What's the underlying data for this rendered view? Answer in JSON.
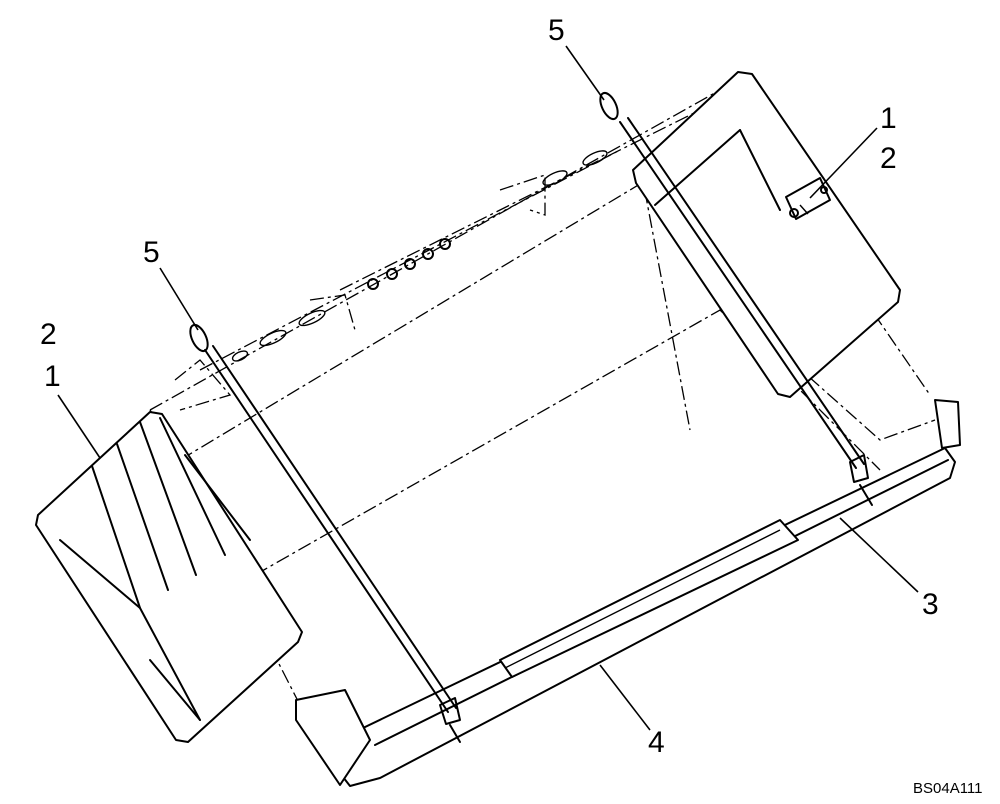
{
  "callouts": {
    "c1_left": "1",
    "c2_left": "2",
    "c1_right": "1",
    "c2_right": "2",
    "c3": "3",
    "c4": "4",
    "c5_left": "5",
    "c5_right": "5"
  },
  "figure_code": "BS04A111"
}
